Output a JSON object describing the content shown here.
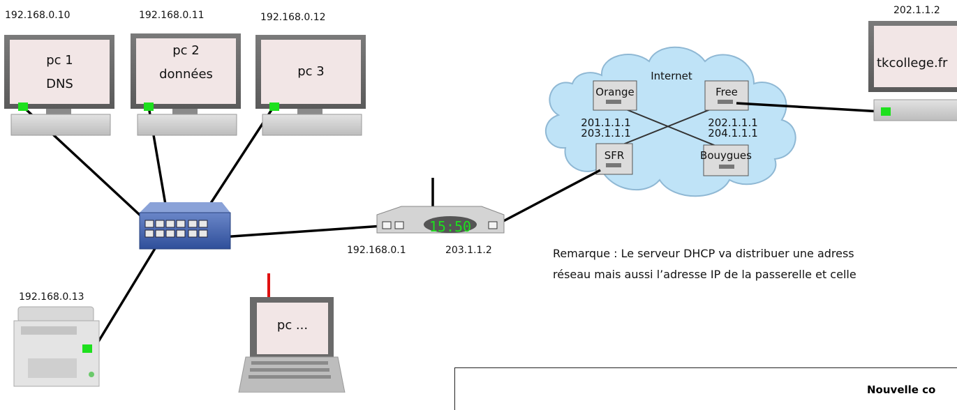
{
  "pcs": [
    {
      "ip": "192.168.0.10",
      "line1": "pc 1",
      "line2": "DNS"
    },
    {
      "ip": "192.168.0.11",
      "line1": "pc 2",
      "line2": "données"
    },
    {
      "ip": "192.168.0.12",
      "line1": "pc 3",
      "line2": ""
    }
  ],
  "printer": {
    "ip": "192.168.0.13"
  },
  "laptop": {
    "label": "pc ..."
  },
  "router": {
    "lan_ip": "192.168.0.1",
    "wan_ip": "203.1.1.2",
    "display": "15:50"
  },
  "internet": {
    "title": "Internet",
    "isps": [
      {
        "name": "Orange",
        "ips": [
          "201.1.1.1",
          "203.1.1.1"
        ]
      },
      {
        "name": "Free",
        "ips": [
          "202.1.1.1",
          "204.1.1.1"
        ]
      },
      {
        "name": "SFR"
      },
      {
        "name": "Bouygues"
      }
    ]
  },
  "server": {
    "ip": "202.1.1.2",
    "label": "tkcollege.fr"
  },
  "remark": {
    "line1": "Remarque :   Le serveur DHCP va distribuer une adress",
    "line2": "réseau mais aussi  l’adresse IP de la passerelle et celle"
  },
  "new_config": {
    "title": "Nouvelle co"
  },
  "colors": {
    "port_active": "#1ee01e",
    "cable": "#000000",
    "laptop_antenna": "#e01010",
    "cloud": "#bfe3f7",
    "screen_bg": "#f2e6e6"
  }
}
